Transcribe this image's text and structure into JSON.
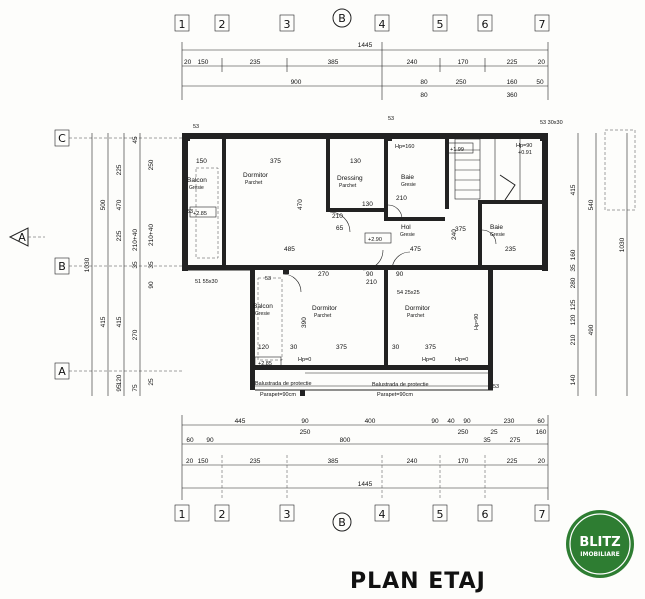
{
  "title": "PLAN ETAJ",
  "logo": {
    "main": "BLITZ",
    "sub": "IMOBILIARE",
    "color": "#2e7d32"
  },
  "axes_top": [
    "1",
    "2",
    "3",
    "B",
    "4",
    "5",
    "6",
    "7"
  ],
  "axes_bottom": [
    "1",
    "2",
    "3",
    "B",
    "4",
    "5",
    "6",
    "7"
  ],
  "axes_left": [
    "C",
    "B",
    "A"
  ],
  "section_marker": "A",
  "dims_top": {
    "total": "1445",
    "row1": [
      "20",
      "150",
      "235",
      "385",
      "240",
      "170",
      "225",
      "20"
    ],
    "row2": [
      "900",
      "80",
      "250",
      "160",
      "50"
    ],
    "row2_sub": [
      "80",
      "360"
    ]
  },
  "dims_bottom": {
    "row1": [
      "445",
      "90",
      "400",
      "90",
      "40",
      "90",
      "230",
      "60"
    ],
    "row1_sub": [
      "250",
      "250",
      "25",
      "160"
    ],
    "row2": [
      "60",
      "90",
      "800",
      "35",
      "275"
    ],
    "row3": [
      "20",
      "150",
      "235",
      "385",
      "240",
      "170",
      "225",
      "20"
    ],
    "total": "1445"
  },
  "dims_left": {
    "outer": "1030",
    "mid": [
      "500",
      "415"
    ],
    "inner": [
      "225",
      "470",
      "225",
      "415",
      "120"
    ],
    "extra": [
      "45",
      "35",
      "210+40",
      "270",
      "250",
      "95",
      "75",
      "90",
      "35",
      "25",
      "210+40"
    ]
  },
  "dims_right": {
    "outer": "1030",
    "mid": [
      "415",
      "540",
      "490"
    ],
    "inner": [
      "160",
      "125",
      "210",
      "140"
    ],
    "extra": [
      "35",
      "280",
      "120"
    ]
  },
  "markers": {
    "s53_a": "53",
    "s53_b": "53",
    "s53_c": "53",
    "s53_d": "53",
    "s53_e": "53",
    "s53_col": "53 30x30",
    "s51": "51 55x30",
    "s54": "54 25x25",
    "lvl_a": "+2.85",
    "lvl_b": "+2.85",
    "lvl_c": "+2.90",
    "lvl_d": "+1.99",
    "lvl_e": "+0.91",
    "hp160": "Hp=160",
    "hp90a": "Hp=90",
    "hp90b": "Hp=90",
    "hp0a": "Hp=0",
    "hp0b": "Hp=0",
    "hp0c": "Hp=0"
  },
  "rooms": [
    {
      "name": "Balcon",
      "sub": "Gresie"
    },
    {
      "name": "Dormitor",
      "sub": "Parchet"
    },
    {
      "name": "Dressing",
      "sub": "Parchet"
    },
    {
      "name": "Baie",
      "sub": "Gresie"
    },
    {
      "name": "Hol",
      "sub": "Gresie"
    },
    {
      "name": "Baie",
      "sub": "Gresie"
    },
    {
      "name": "Balcon",
      "sub": "Gresie"
    },
    {
      "name": "Dormitor",
      "sub": "Parchet"
    },
    {
      "name": "Dormitor",
      "sub": "Parchet"
    }
  ],
  "room_dims": {
    "balcon1_w": "150",
    "dorm1_w": "375",
    "dorm1_h": "470",
    "dorm1_b": "485",
    "dress_w": "130",
    "dress_w2": "210",
    "dress_b": "130",
    "hol_w": "475",
    "hol_h": "240",
    "baie2_w": "235",
    "dorm2_w": "375",
    "dorm2_h": "390",
    "dorm3_w": "375",
    "balcon2_w": "120",
    "d_270": "270",
    "d_90a": "90",
    "d_90b": "90",
    "d_210a": "210",
    "d_210b": "210",
    "d_65": "65",
    "d_30a": "30",
    "d_30b": "30",
    "d_375": "375"
  },
  "notes": {
    "balustrada1": "Balustrada de protectie",
    "parapet1": "Parapet=90cm",
    "balustrada2": "Balustrada de protectie",
    "parapet2": "Parapet=90cm"
  }
}
